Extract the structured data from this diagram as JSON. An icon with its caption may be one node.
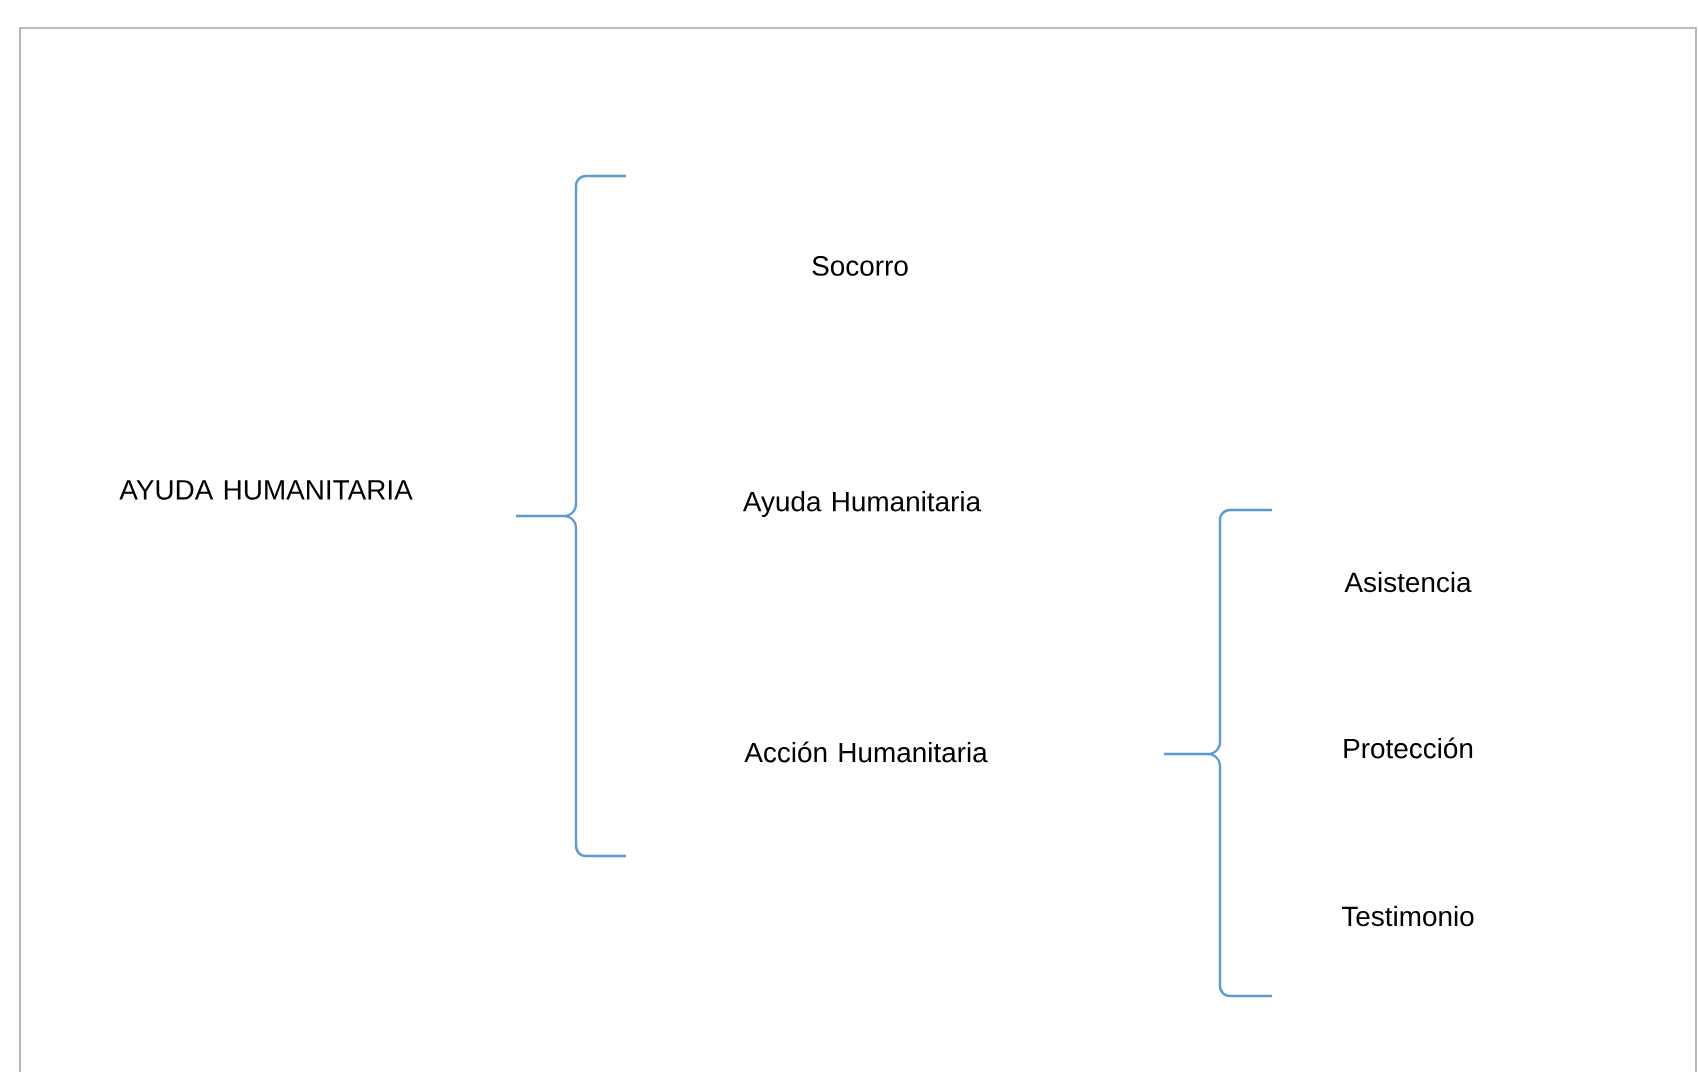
{
  "diagram": {
    "nodes": [
      {
        "text": [
          "AYUDA HUMANITARIA"
        ]
      },
      {
        "text": [
          "Socorro"
        ]
      },
      {
        "text": [
          "Ayuda Humanitaria"
        ]
      },
      {
        "text": [
          "Acción Humanitaria"
        ]
      },
      {
        "text": [
          "Asistencia"
        ]
      },
      {
        "text": [
          "Protección"
        ]
      },
      {
        "text": [
          "Testimonio"
        ]
      }
    ]
  }
}
